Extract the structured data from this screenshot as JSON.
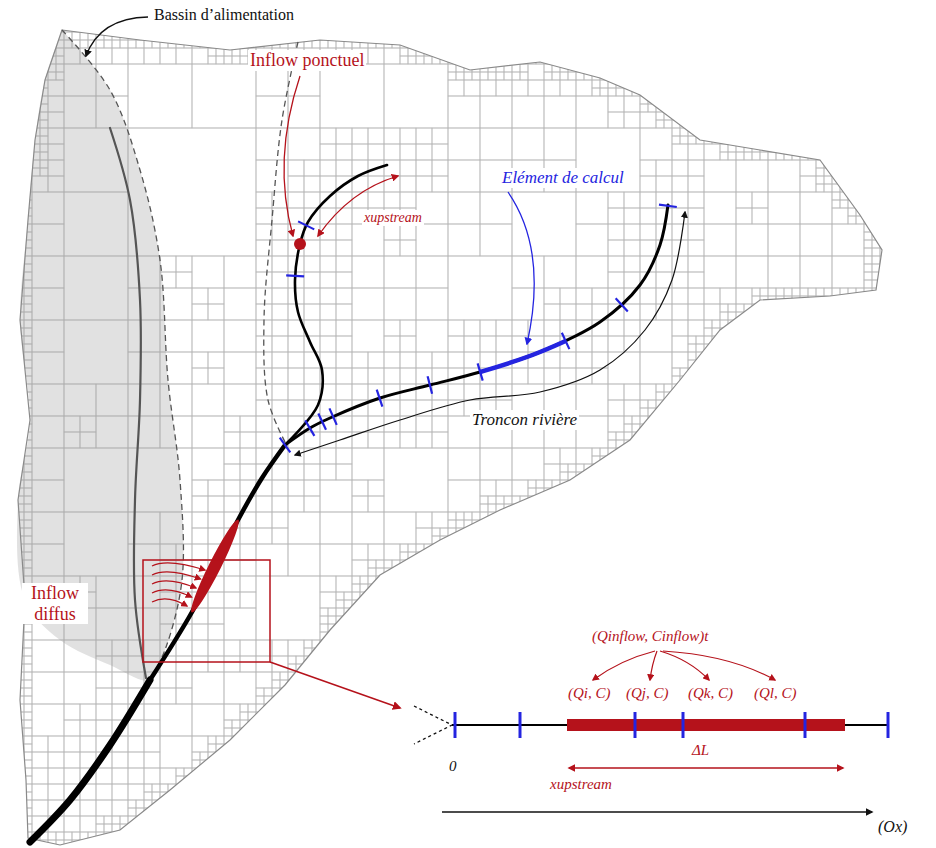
{
  "diagram": {
    "labels": [
      "Bassin d’alimentation",
      "Inflow ponctuel",
      "xupstream",
      "Elément de calcul",
      "Troncon rivière",
      "Inflow diffus",
      "(Qinflow, Cinflow)t",
      "(Qi, C)",
      "(Qj, C)",
      "(Qk, C)",
      "(Ql, C)",
      "0",
      "xupstream",
      "ΔL",
      "(Ox)"
    ]
  }
}
